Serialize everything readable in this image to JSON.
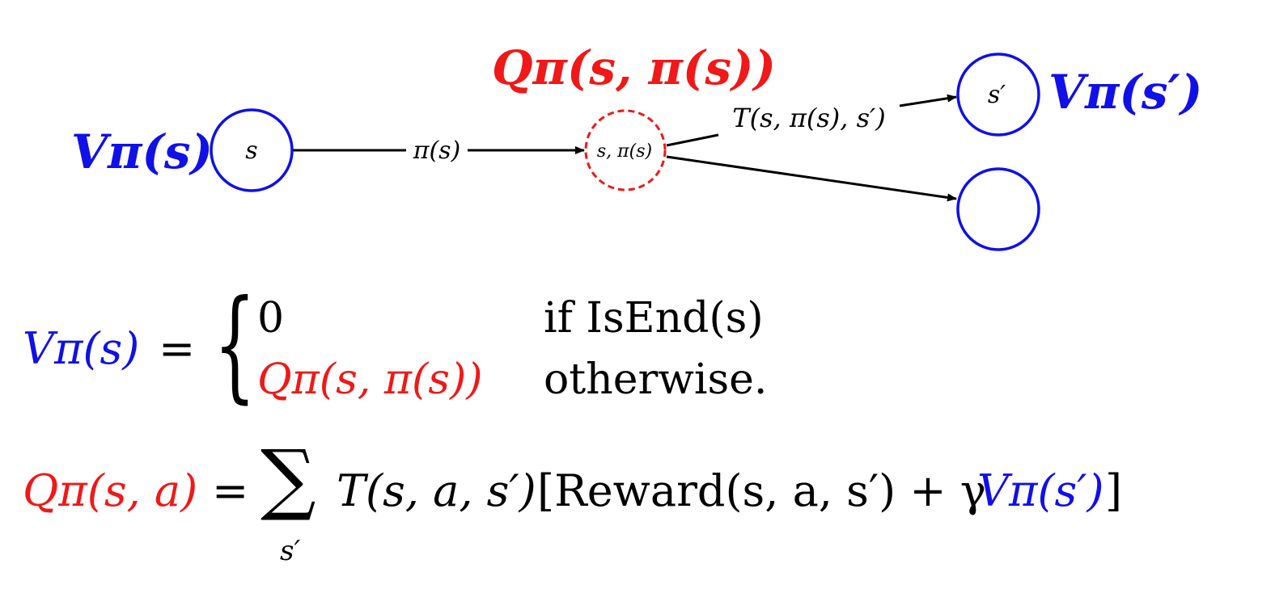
{
  "colors": {
    "state": "#1010e8",
    "chance": "#f01818",
    "edge": "#000000"
  },
  "diagram": {
    "value_label": "Vπ(s)",
    "qvalue_label": "Qπ(s, π(s))",
    "next_value_label": "Vπ(s′)",
    "state_node": "s",
    "chance_node": "s, π(s)",
    "next_state_node": "s′",
    "action_edge_label": "π(s)",
    "transition_edge_label": "T(s, π(s), s′)"
  },
  "equations": {
    "value": {
      "lhs": "Vπ(s)",
      "equals": "=",
      "case1_value": "0",
      "case1_condition": "if IsEnd(s)",
      "case2_value": "Qπ(s, π(s))",
      "case2_condition": "otherwise."
    },
    "qvalue": {
      "lhs": "Qπ(s, a)",
      "equals": "=",
      "sum_symbol": "∑",
      "sum_index": "s′",
      "transition": "T(s, a, s′)",
      "reward_term": "[Reward(s, a, s′) + γ",
      "value_term": "Vπ(s′)",
      "close_bracket": "]"
    }
  }
}
